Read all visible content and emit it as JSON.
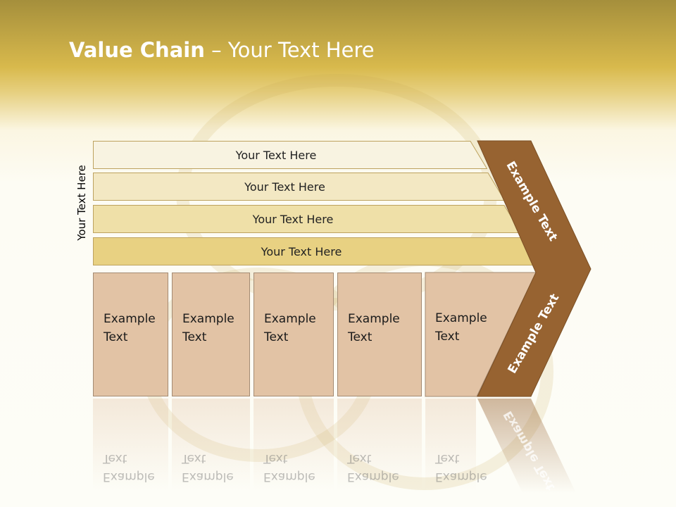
{
  "slide": {
    "title_bold": "Value Chain",
    "title_rest": " – Your Text Here",
    "side_label": "Your Text Here"
  },
  "support_activities": [
    {
      "label": "Your Text Here",
      "color": "#f8f3e1"
    },
    {
      "label": "Your Text Here",
      "color": "#f3e8c3"
    },
    {
      "label": "Your Text Here",
      "color": "#efe0a8"
    },
    {
      "label": "Your Text Here",
      "color": "#e8d182"
    }
  ],
  "primary_activities": [
    {
      "line1": "Example",
      "line2": "Text"
    },
    {
      "line1": "Example",
      "line2": "Text"
    },
    {
      "line1": "Example",
      "line2": "Text"
    },
    {
      "line1": "Example",
      "line2": "Text"
    },
    {
      "line1": "Example",
      "line2": "Text"
    }
  ],
  "margin_chevron": {
    "top_label": "Example Text",
    "bottom_label": "Example Text",
    "color": "#976331"
  },
  "colors": {
    "primary_box": "#e2c3a5",
    "header_gold": "#d8b94c"
  }
}
